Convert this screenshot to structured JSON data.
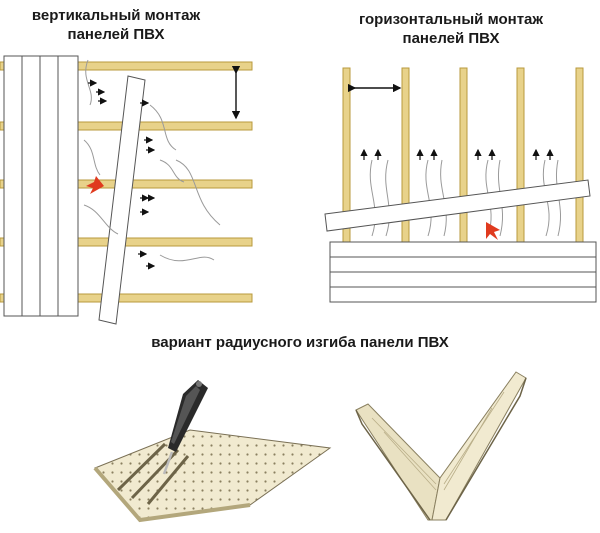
{
  "diagram": {
    "vertical_title": "вертикальный монтаж\nпанелей ПВХ",
    "horizontal_title": "горизонтальный монтаж\nпанелей ПВХ",
    "bend_title": "вариант радиусного изгиба панели ПВХ"
  },
  "colors": {
    "batten": "#e8d28a",
    "batten_stroke": "#b89a3c",
    "panel_stroke": "#555555",
    "arrow_red": "#e03a1e",
    "air_line": "#999999",
    "bend_panel": "#efe7c9"
  },
  "icons": [
    "airflow-arrow-icon",
    "dimension-arrow-icon",
    "red-arrow-icon",
    "cutter-knife-icon"
  ]
}
